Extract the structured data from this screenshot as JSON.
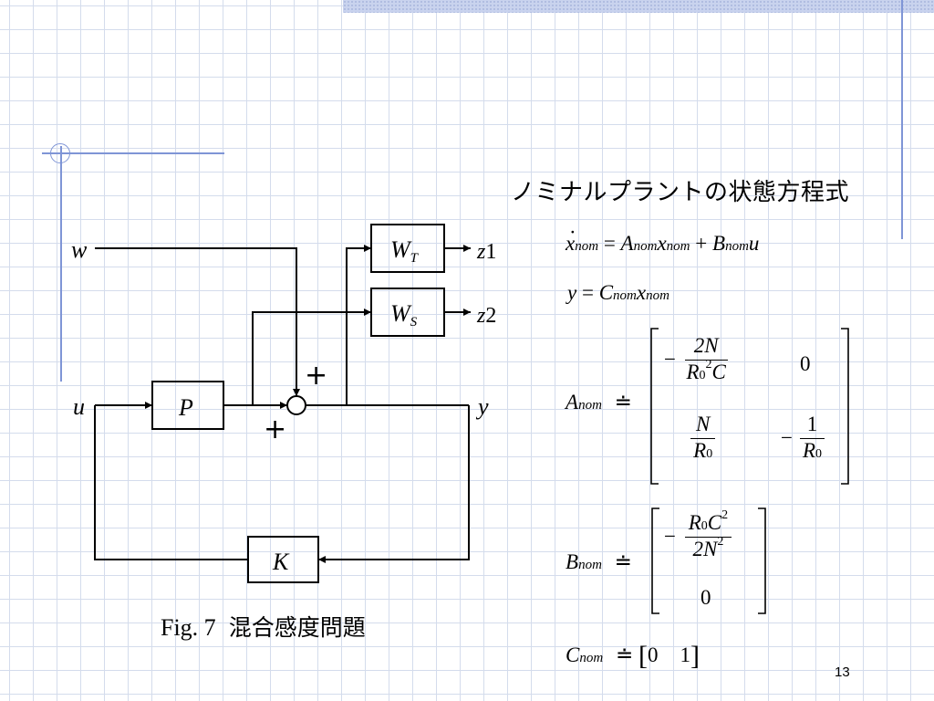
{
  "slide": {
    "heading": "ノミナルプラントの状態方程式",
    "caption_fig": "Fig. 7",
    "caption_title": "混合感度問題",
    "page_number": "13"
  },
  "diagram": {
    "blocks": {
      "P": "P",
      "K": "K",
      "WT_base": "W",
      "WT_sub": "T",
      "WS_base": "W",
      "WS_sub": "S"
    },
    "signals": {
      "w": "w",
      "u": "u",
      "y": "y",
      "z1_base": "z",
      "z1_idx": "1",
      "z2_base": "z",
      "z2_idx": "2"
    },
    "signs": {
      "top": "+",
      "left": "+"
    }
  },
  "equations": {
    "xdot": {
      "x": "x",
      "nom": "nom",
      "eq": " = ",
      "A": "A",
      "plus": " + ",
      "B": "B",
      "u": "u"
    },
    "y": {
      "y": "y",
      "eq": " = ",
      "C": "C",
      "x": "x",
      "nom": "nom"
    },
    "A": {
      "A": "A",
      "nom": "nom",
      "doteq": "≐",
      "m11_sign": "−",
      "m11_num": "2N",
      "m11_den_R": "R",
      "m11_den_0": "0",
      "m11_den_2": "2",
      "m11_den_C": "C",
      "m12": "0",
      "m21_num": "N",
      "m21_den_R": "R",
      "m21_den_0": "0",
      "m22_sign": "−",
      "m22_num": "1",
      "m22_den_R": "R",
      "m22_den_0": "0"
    },
    "B": {
      "B": "B",
      "nom": "nom",
      "doteq": "≐",
      "m1_sign": "−",
      "m1_num_R": "R",
      "m1_num_0": "0",
      "m1_num_C": "C",
      "m1_num_2": "2",
      "m1_den_2N": "2N",
      "m1_den_2": "2",
      "m2": "0"
    },
    "C": {
      "C": "C",
      "nom": "nom",
      "doteq": "≐",
      "v1": "0",
      "v2": "1"
    }
  }
}
